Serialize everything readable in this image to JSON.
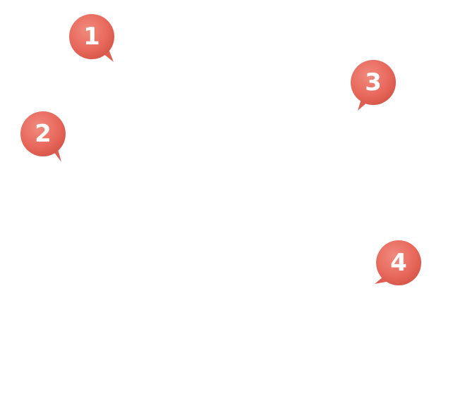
{
  "markers": [
    {
      "label": "1",
      "tail": "bottom-right"
    },
    {
      "label": "2",
      "tail": "bottom-right"
    },
    {
      "label": "3",
      "tail": "bottom-left"
    },
    {
      "label": "4",
      "tail": "bottom-left"
    }
  ],
  "colors": {
    "background": "#ffffff",
    "bubble_fill": "#e8685c",
    "bubble_highlight": "#f08a7e",
    "bubble_edge": "#d9584c",
    "number_text": "#ffffff"
  }
}
